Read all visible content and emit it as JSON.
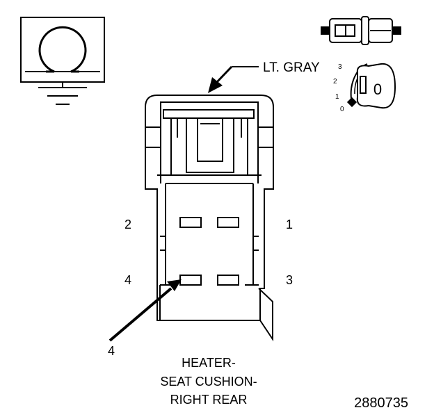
{
  "connector": {
    "color_label": "LT. GRAY",
    "title_lines": [
      "HEATER-",
      "SEAT CUSHION-",
      "RIGHT REAR"
    ],
    "figure_number": "2880735"
  },
  "pins": {
    "top_left": "2",
    "top_right": "1",
    "bottom_left": "4",
    "bottom_right": "3"
  },
  "callout": {
    "label": "4"
  },
  "key_inset": {
    "scale_labels": [
      "3",
      "2",
      "1",
      "0"
    ],
    "key_label": "0"
  },
  "icons": {
    "ground_symbol": "ground-resistance-icon",
    "connector_pair": "inline-connector-icon",
    "key_position": "ignition-key-icon"
  },
  "colors": {
    "line": "#000000",
    "background": "#ffffff"
  }
}
